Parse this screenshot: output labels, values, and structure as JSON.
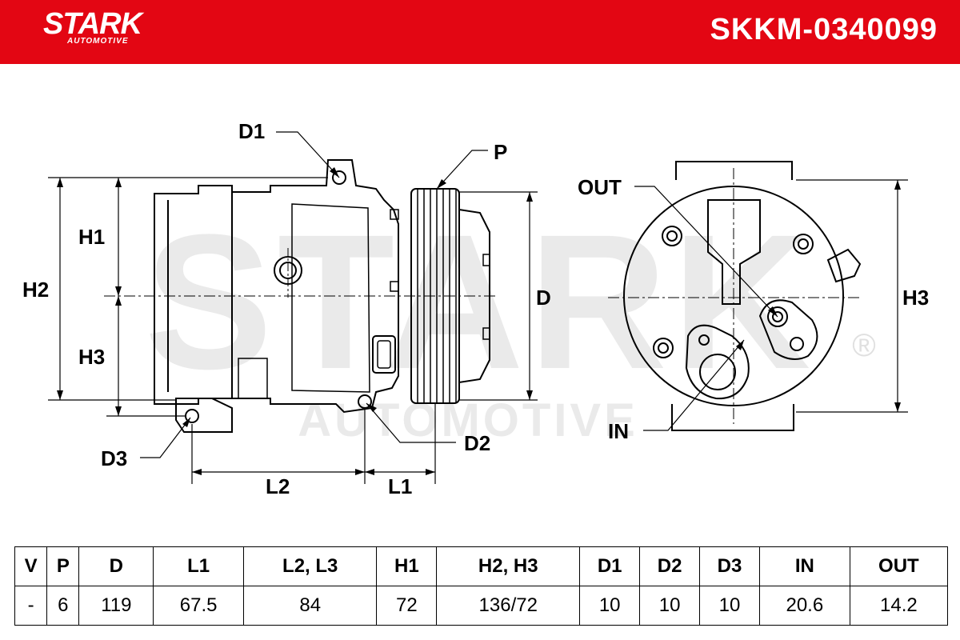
{
  "header": {
    "brand": "STARK",
    "brand_sub": "AUTOMOTIVE",
    "part_number": "SKKM-0340099",
    "background_color": "#e30613"
  },
  "watermark": {
    "main": "STARK",
    "sub": "AUTOMOTIVE",
    "symbol": "®"
  },
  "diagram": {
    "labels": {
      "D1": "D1",
      "P": "P",
      "H1": "H1",
      "H2": "H2",
      "H3_left": "H3",
      "D": "D",
      "D3": "D3",
      "D2": "D2",
      "L2": "L2",
      "L1": "L1",
      "OUT": "OUT",
      "IN": "IN",
      "H3_right": "H3"
    }
  },
  "specs": {
    "headers": [
      "V",
      "P",
      "D",
      "L1",
      "L2, L3",
      "H1",
      "H2, H3",
      "D1",
      "D2",
      "D3",
      "IN",
      "OUT"
    ],
    "values": [
      "-",
      "6",
      "119",
      "67.5",
      "84",
      "72",
      "136/72",
      "10",
      "10",
      "10",
      "20.6",
      "14.2"
    ]
  }
}
